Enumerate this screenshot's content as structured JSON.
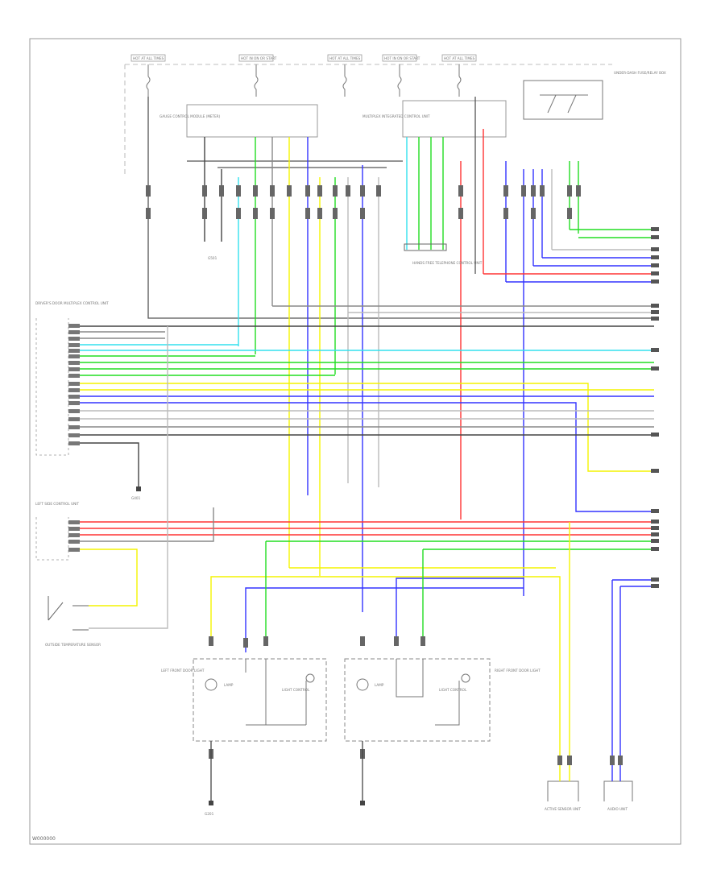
{
  "figure_code": "W000000",
  "wire_colors": {
    "black": "#444444",
    "gray": "#888888",
    "cyan": "#33e0ee",
    "green": "#22dd22",
    "yellow": "#f4f400",
    "blue": "#3333ff",
    "red": "#ff3333",
    "white": "#bbbbbb"
  },
  "labels": {
    "fuse_1": "HOT AT ALL TIMES",
    "fuse_2": "HOT IN ON OR START",
    "fuse_3": "HOT AT ALL TIMES",
    "fuse_4": "HOT IN ON OR START",
    "fuse_5": "HOT AT ALL TIMES",
    "relay_box": "UNDER-DASH FUSE/RELAY BOX",
    "module_left": "GAUGE CONTROL MODULE (METER)",
    "ground_upper": "G501",
    "hands_free": "HANDS FREE TELEPHONE CONTROL UNIT",
    "module_right": "MULTIPLEX INTEGRATED CONTROL UNIT",
    "side_block_1": "DRIVER'S DOOR MULTIPLEX CONTROL UNIT",
    "side_block_2": "LEFT SIDE CONTROL UNIT",
    "sensor_switch": "OUTSIDE TEMPERATURE SENSOR",
    "g_ground": "G401",
    "lamp_left": "LEFT FRONT DOOR LIGHT",
    "lamp_right": "RIGHT FRONT DOOR LIGHT",
    "lamp_left_1": "LAMP",
    "lamp_left_2": "LIGHT CONTROL",
    "lamp_right_1": "LAMP",
    "lamp_right_2": "LIGHT CONTROL",
    "bottom_ground": "G201",
    "conn_1": "ACTIVE SENSOR UNIT",
    "conn_2": "AUDIO UNIT"
  }
}
